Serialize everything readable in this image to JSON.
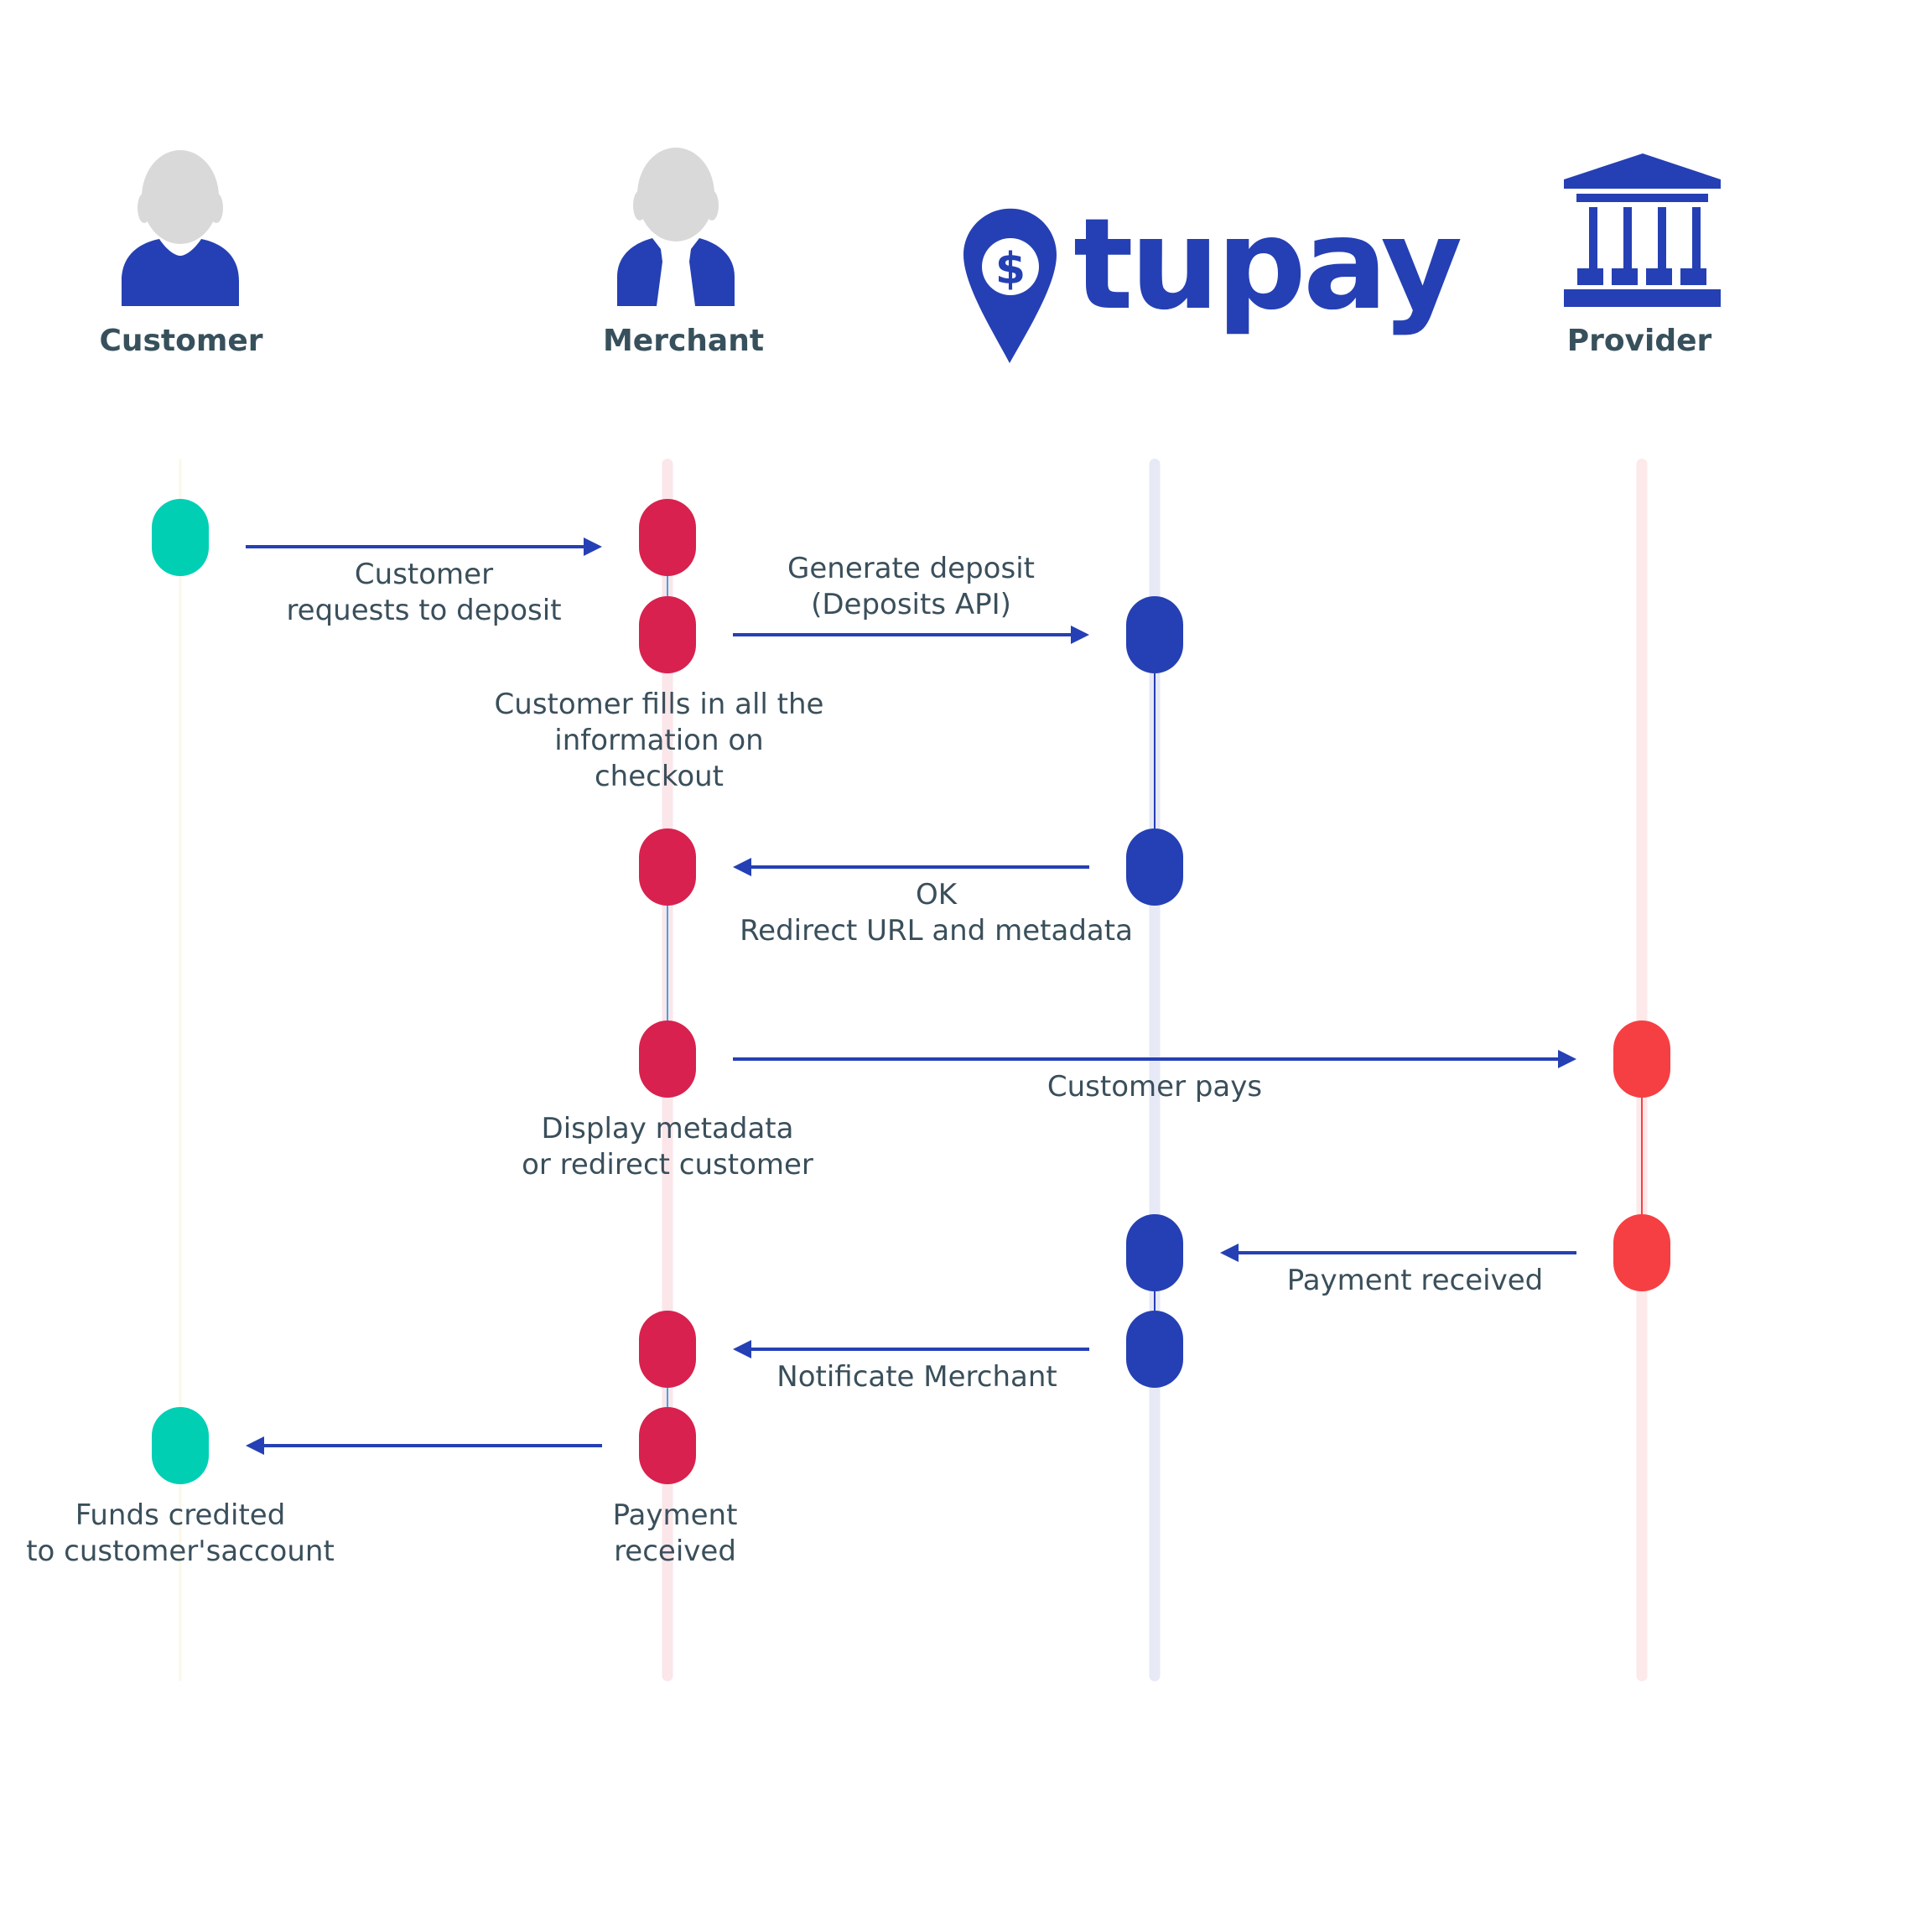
{
  "colors": {
    "brand_blue": "#2540b4",
    "text_dark": "#37505c",
    "head_gray": "#d9d9d9",
    "customer_node": "#00cfb4",
    "merchant_node": "#d8214e",
    "tupay_node": "#2540b4",
    "provider_node": "#f63f42",
    "customer_lane": "#fbf7ea",
    "merchant_lane": "#fbe6ea",
    "tupay_lane": "#e7e9f6",
    "provider_lane": "#fde9e9",
    "merchant_link": "#3aa8e8",
    "tupay_link": "#2540b4",
    "provider_link": "#f63f42"
  },
  "participants": [
    {
      "id": "customer",
      "label": "Customer",
      "icon": "person-icon"
    },
    {
      "id": "merchant",
      "label": "Merchant",
      "icon": "businessman-icon"
    },
    {
      "id": "tupay",
      "label": "tupay",
      "icon": "tupay-logo"
    },
    {
      "id": "provider",
      "label": "Provider",
      "icon": "bank-building-icon"
    }
  ],
  "steps": [
    {
      "row": 0,
      "from": "customer",
      "to": "merchant",
      "label": [
        "Customer",
        "requests to deposit"
      ]
    },
    {
      "row": 1,
      "from": "merchant",
      "to": "tupay",
      "label": [
        "Generate deposit",
        "(Deposits API)"
      ],
      "label_pos": "above"
    },
    {
      "row": 2,
      "from": "tupay",
      "to": "merchant",
      "label": [
        "OK",
        "Redirect URL and metadata"
      ]
    },
    {
      "row": 3,
      "from": "merchant",
      "to": "provider",
      "label": [
        "Customer pays"
      ]
    },
    {
      "row": 4,
      "from": "provider",
      "to": "tupay",
      "label": [
        "Payment received"
      ]
    },
    {
      "row": 5,
      "from": "tupay",
      "to": "merchant",
      "label": [
        "Notificate Merchant"
      ]
    },
    {
      "row": 6,
      "from": "merchant",
      "to": "customer",
      "label": []
    }
  ],
  "nodes": [
    {
      "lane": "customer",
      "row": 0
    },
    {
      "lane": "merchant",
      "row": 0
    },
    {
      "lane": "merchant",
      "row": 1
    },
    {
      "lane": "tupay",
      "row": 1
    },
    {
      "lane": "merchant",
      "row": 2
    },
    {
      "lane": "tupay",
      "row": 2
    },
    {
      "lane": "merchant",
      "row": 3
    },
    {
      "lane": "provider",
      "row": 3
    },
    {
      "lane": "tupay",
      "row": 4
    },
    {
      "lane": "provider",
      "row": 4
    },
    {
      "lane": "merchant",
      "row": 5
    },
    {
      "lane": "tupay",
      "row": 5
    },
    {
      "lane": "merchant",
      "row": 6
    },
    {
      "lane": "customer",
      "row": 6
    }
  ],
  "links": [
    {
      "lane": "merchant",
      "from_row": 0,
      "to_row": 1
    },
    {
      "lane": "tupay",
      "from_row": 1,
      "to_row": 2
    },
    {
      "lane": "merchant",
      "from_row": 2,
      "to_row": 3
    },
    {
      "lane": "provider",
      "from_row": 3,
      "to_row": 4
    },
    {
      "lane": "tupay",
      "from_row": 4,
      "to_row": 5
    },
    {
      "lane": "merchant",
      "from_row": 5,
      "to_row": 6
    }
  ],
  "notes": [
    {
      "lane": "merchant",
      "after_row": 1,
      "text": [
        "Customer fills in all the",
        "information on",
        "checkout"
      ]
    },
    {
      "lane": "merchant",
      "after_row": 3,
      "text": [
        "Display metadata",
        "or redirect customer"
      ]
    },
    {
      "lane": "customer",
      "after_row": 6,
      "text": [
        "Funds credited",
        "to customer'saccount"
      ]
    },
    {
      "lane": "merchant",
      "after_row": 6,
      "text": [
        "Payment",
        "received"
      ]
    }
  ]
}
